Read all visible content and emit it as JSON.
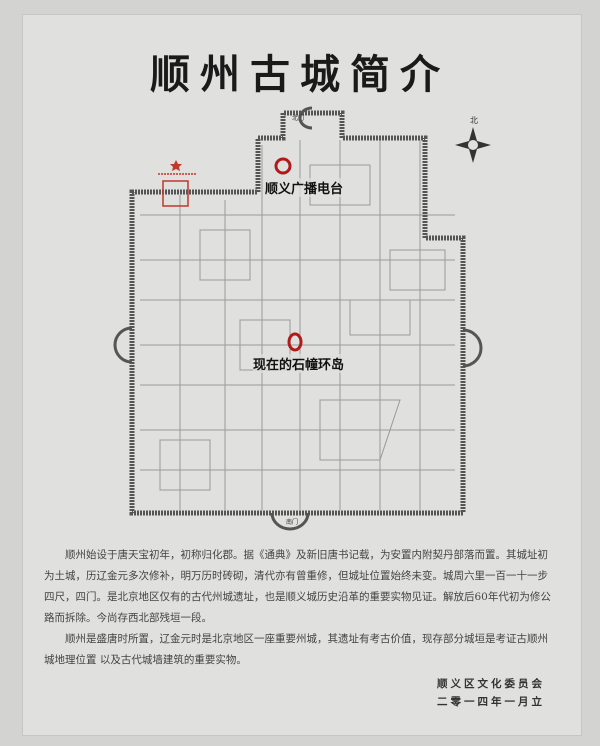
{
  "title": "顺州古城简介",
  "map": {
    "north_label": "北",
    "north_gate": "北门",
    "south_gate": "南门",
    "markers": [
      {
        "label": "顺义广播电台",
        "color": "#b11a1a"
      },
      {
        "label": "现在的石幢环岛",
        "color": "#b11a1a"
      }
    ],
    "site_marker_color": "#c0392b"
  },
  "intro": {
    "paragraphs": [
      "顺州始设于唐天宝初年，初称归化郡。据《通典》及新旧唐书记载，为安置内附契丹部落而置。其城址初为土城，历辽金元多次修补，明万历时砖砌，清代亦有曾重修，但城址位置始终未变。城周六里一百一十一步四尺，四门。是北京地区仅有的古代州城遗址，也是顺义城历史沿革的重要实物见证。解放后60年代初为修公路而拆除。今尚存西北部残垣一段。",
      "顺州是盛唐时所置，辽金元时是北京地区一座重要州城，其遗址有考古价值，现存部分城垣是考证古顺州城地理位置  以及古代城墙建筑的重要实物。"
    ]
  },
  "signature": {
    "org": "顺义区文化委员会",
    "date": "二零一四年一月立"
  }
}
